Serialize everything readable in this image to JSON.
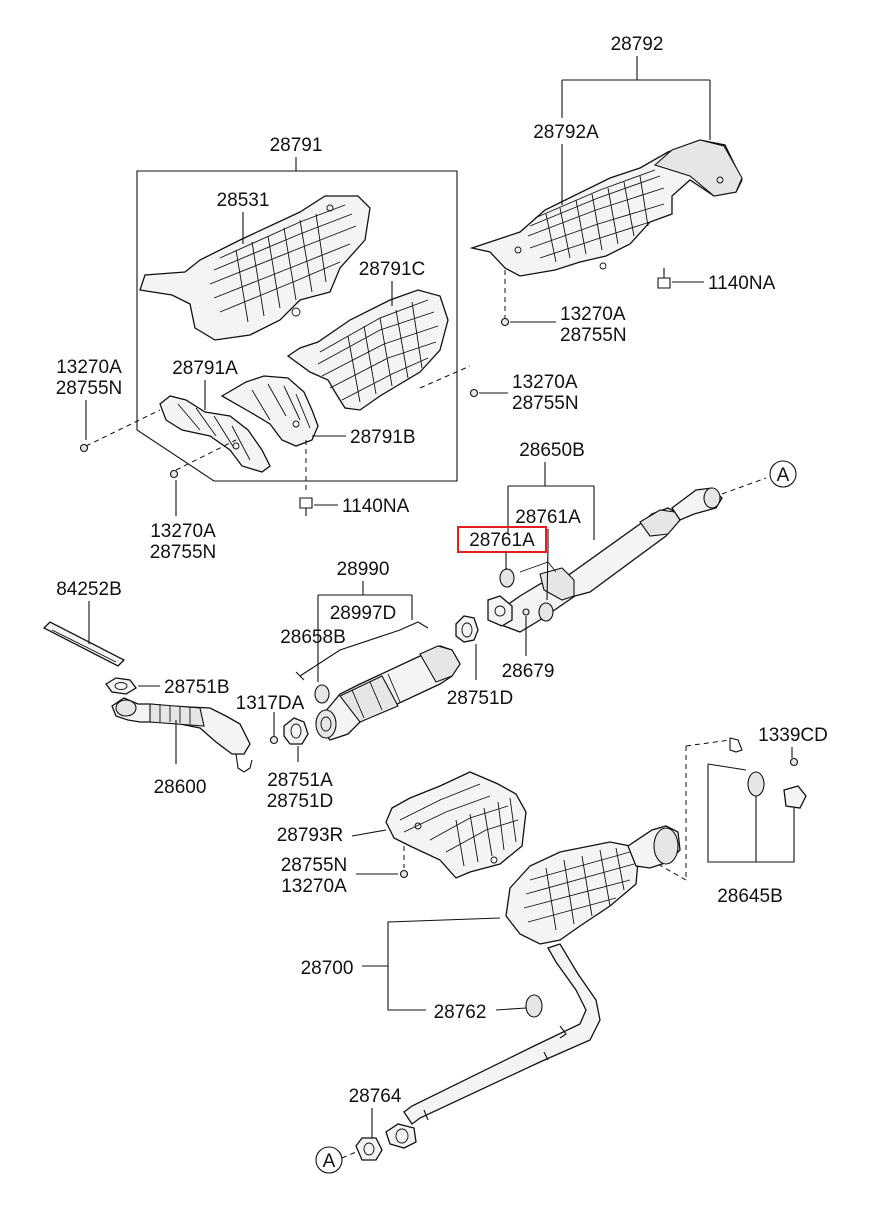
{
  "labels": {
    "l28792": "28792",
    "l28792A": "28792A",
    "l28791": "28791",
    "l28531": "28531",
    "l28791C": "28791C",
    "l1140NA_top": "1140NA",
    "l13270A_tr": "13270A",
    "l28755N_tr": "28755N",
    "l13270A_left": "13270A",
    "l28755N_left": "28755N",
    "l28791A": "28791A",
    "l13270A_mid": "13270A",
    "l28755N_mid": "28755N",
    "l28791B": "28791B",
    "l1140NA_mid": "1140NA",
    "l13270A_bot": "13270A",
    "l28755N_bot": "28755N",
    "l28650B": "28650B",
    "l28761A_a": "28761A",
    "l28761A_b": "28761A",
    "l28990": "28990",
    "l28997D": "28997D",
    "l28658B": "28658B",
    "l84252B": "84252B",
    "l28751B": "28751B",
    "l1317DA": "1317DA",
    "l28751D_r": "28751D",
    "l28679": "28679",
    "l28600": "28600",
    "l28751A": "28751A",
    "l28751D_b": "28751D",
    "l1339CD": "1339CD",
    "l28793R": "28793R",
    "l28755N_hs": "28755N",
    "l13270A_hs": "13270A",
    "l28645B": "28645B",
    "l28700": "28700",
    "l28762": "28762",
    "l28764": "28764",
    "ref_A_top": "A",
    "ref_A_bot": "A"
  },
  "highlight": {
    "part_number": "28761A",
    "color": "#e02020"
  }
}
